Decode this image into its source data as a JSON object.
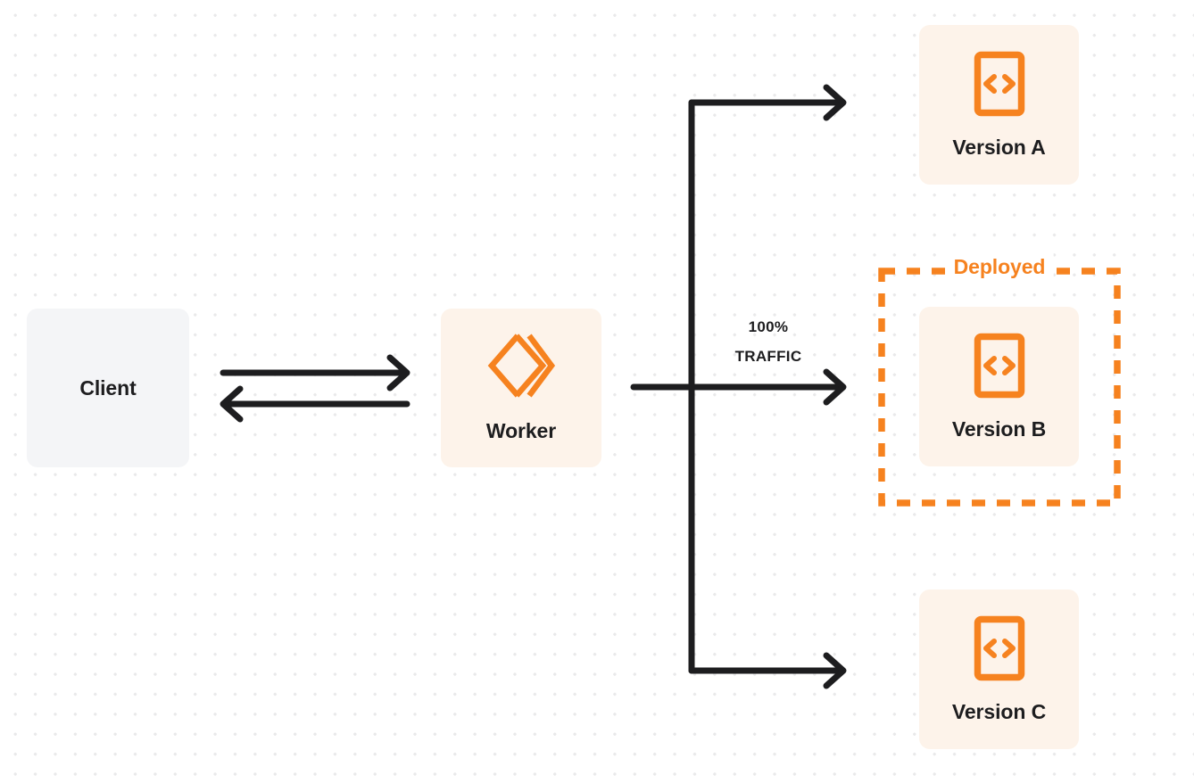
{
  "diagram": {
    "title": "Worker gradual deployment traffic routing",
    "background": "dotted-grid",
    "colors": {
      "accent_orange": "#f6821f",
      "card_cream": "#fdf3ea",
      "card_gray": "#f4f5f7",
      "line_dark": "#1d1d1f",
      "dot_grid": "#e9e9ea",
      "page_background": "#ffffff"
    }
  },
  "nodes": {
    "client": {
      "label": "Client",
      "icon": "none",
      "fill": "#f4f5f7"
    },
    "worker": {
      "label": "Worker",
      "icon": "cloudflare-workers-logo",
      "fill": "#fdf3ea"
    },
    "versions": [
      {
        "id": "a",
        "label": "Version A",
        "icon": "code-file-icon",
        "fill": "#fdf3ea",
        "deployed": false
      },
      {
        "id": "b",
        "label": "Version B",
        "icon": "code-file-icon",
        "fill": "#fdf3ea",
        "deployed": true
      },
      {
        "id": "c",
        "label": "Version C",
        "icon": "code-file-icon",
        "fill": "#fdf3ea",
        "deployed": false
      }
    ]
  },
  "annotations": {
    "deployed_group_label": "Deployed",
    "traffic": {
      "percent": "100%",
      "caption": "TRAFFIC"
    }
  },
  "edges": [
    {
      "from": "client",
      "to": "worker",
      "direction": "right",
      "style": "solid"
    },
    {
      "from": "worker",
      "to": "client",
      "direction": "left",
      "style": "solid"
    },
    {
      "from": "worker",
      "to": "version-a",
      "direction": "right",
      "style": "solid-elbow"
    },
    {
      "from": "worker",
      "to": "version-b",
      "direction": "right",
      "style": "solid"
    },
    {
      "from": "worker",
      "to": "version-c",
      "direction": "right",
      "style": "solid-elbow"
    }
  ]
}
